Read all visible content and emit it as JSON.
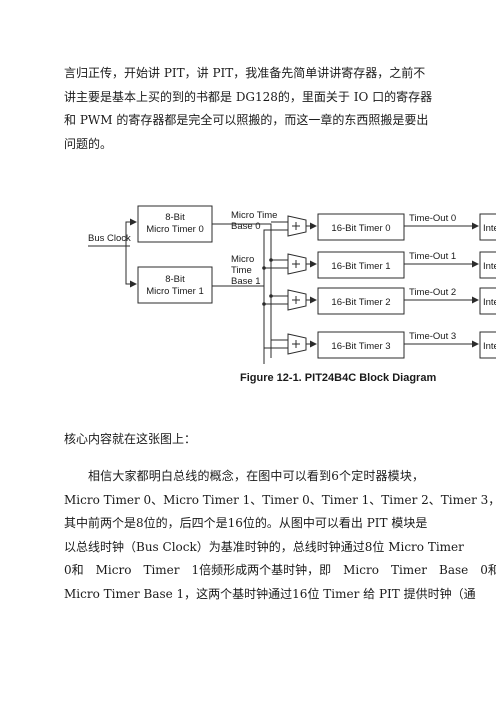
{
  "paragraph1": {
    "lines": [
      "言归正传，开始讲 PIT，讲 PIT，我准备先简单讲讲寄存器，之前不",
      "讲主要是基本上买的到的书都是 DG128的，里面关于 IO 口的寄存器",
      "和 PWM 的寄存器都是完全可以照搬的，而这一章的东西照搬是要出",
      "问题的。"
    ]
  },
  "diagram": {
    "bus_clock": "Bus Clock",
    "micro_timer_0": [
      "8-Bit",
      "Micro Timer 0"
    ],
    "micro_timer_1": [
      "8-Bit",
      "Micro Timer 1"
    ],
    "time_base_0": [
      "Micro Time",
      "Base 0"
    ],
    "time_base_1": [
      "Micro",
      "Time",
      "Base 1"
    ],
    "timers": [
      "16-Bit Timer 0",
      "16-Bit Timer 1",
      "16-Bit Timer 2",
      "16-Bit Timer 3"
    ],
    "timeouts": [
      "Time-Out 0",
      "Time-Out 1",
      "Time-Out 2",
      "Time-Out 3"
    ],
    "interrupt_label": "Inter",
    "caption": "Figure 12-1. PIT24B4C Block Diagram"
  },
  "paragraph2": {
    "text": "核心内容就在这张图上："
  },
  "paragraph3": {
    "lines": [
      "相信大家都明白总线的概念，在图中可以看到6个定时器模块，",
      "Micro Timer 0、Micro Timer 1、Timer 0、Timer 1、Timer 2、Timer 3，",
      "其中前两个是8位的，后四个是16位的。从图中可以看出 PIT 模块是",
      "以总线时钟（Bus Clock）为基准时钟的，总线时钟通过8位 Micro Timer",
      "0和　Micro　Timer　1倍频形成两个基时钟，即　Micro　Timer　Base　0和",
      "Micro Timer Base 1，这两个基时钟通过16位 Timer 给 PIT 提供时钟（通"
    ]
  }
}
